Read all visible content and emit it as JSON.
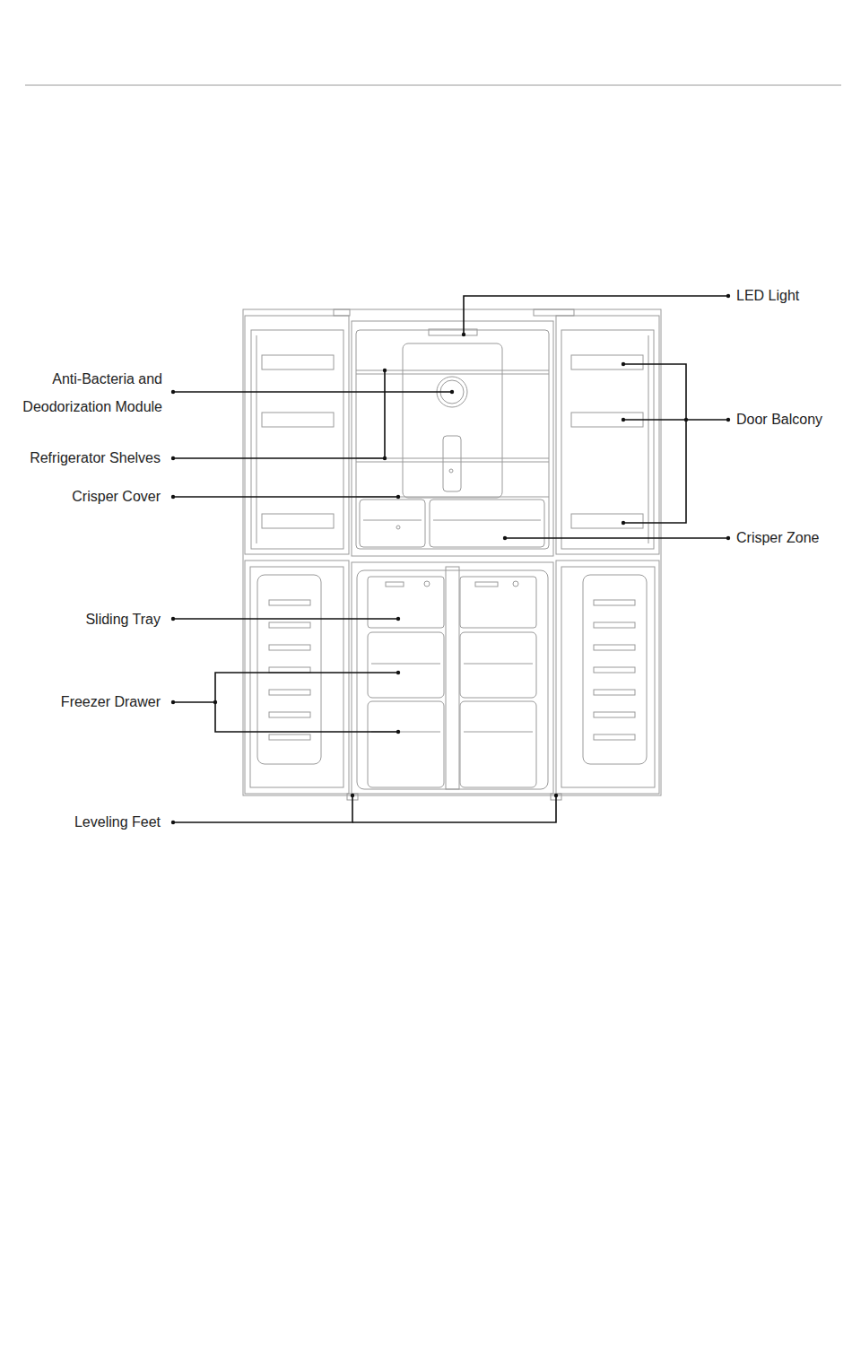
{
  "diagram": {
    "labels": [
      "LED Light",
      "Anti-Bacteria and Deodorization Module",
      "Door Balcony",
      "Refrigerator Shelves",
      "Crisper Cover",
      "Crisper Zone",
      "Sliding Tray",
      "Freezer Drawer",
      "Leveling Feet"
    ]
  }
}
